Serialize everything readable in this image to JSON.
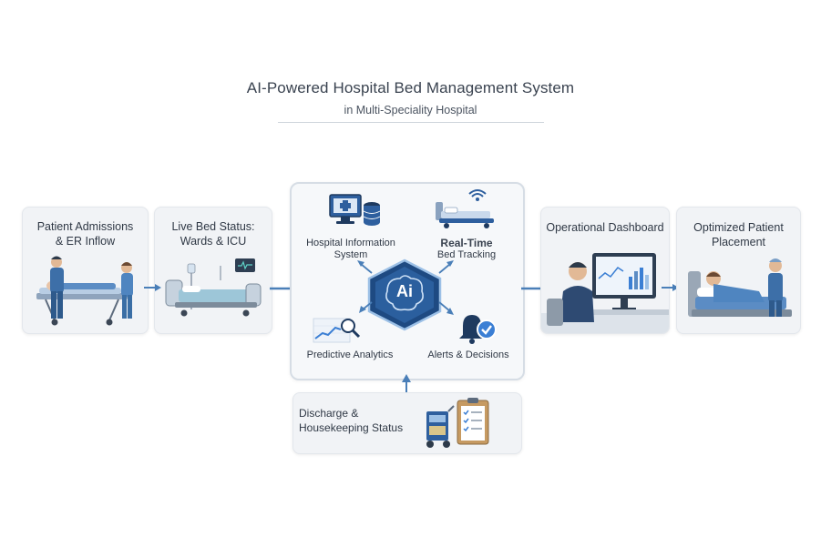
{
  "header": {
    "title": "AI-Powered Hospital Bed Management System",
    "subtitle": "in Multi-Speciality Hospital"
  },
  "inputs": {
    "admissions": {
      "line1": "Patient Admissions",
      "line2": "& ER Inflow"
    },
    "bed_status": {
      "line1": "Live Bed Status:",
      "line2": "Wards & ICU"
    }
  },
  "hub": {
    "ai_label": "Ai",
    "his": {
      "line1": "Hospital Information",
      "line2": "System"
    },
    "tracking": {
      "line1": "Real-Time",
      "line2": "Bed Tracking"
    },
    "analytics": {
      "line1": "Predictive Analytics"
    },
    "alerts": {
      "line1": "Alerts & Decisions"
    }
  },
  "discharge": {
    "line1": "Discharge &",
    "line2": "Housekeeping Status"
  },
  "outputs": {
    "dashboard": {
      "line1": "Operational Dashboard"
    },
    "placement": {
      "line1": "Optimized Patient",
      "line2": "Placement"
    }
  },
  "colors": {
    "accent_blue": "#4a7fb8",
    "navy": "#1e3a5f",
    "ai_hex": "#2b5f9e",
    "check_blue": "#3b7fd4"
  }
}
